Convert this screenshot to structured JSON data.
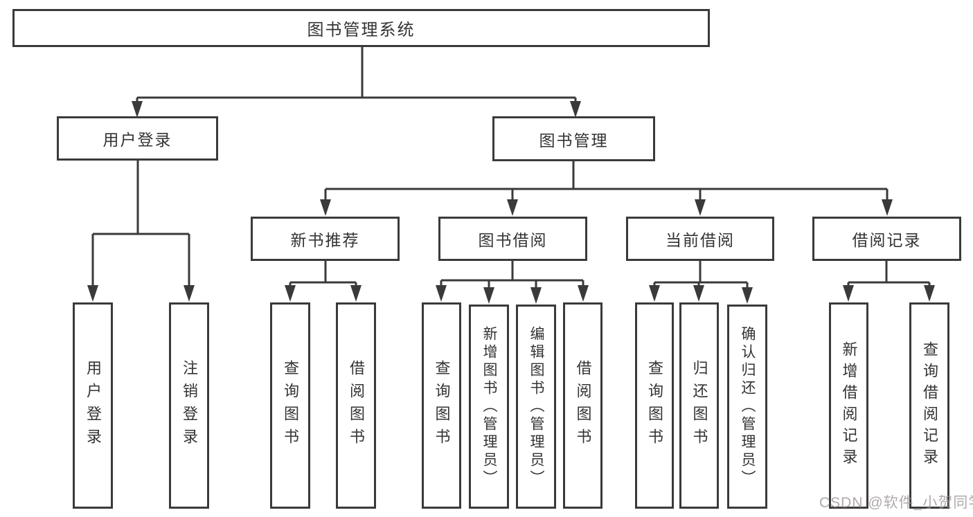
{
  "diagram": {
    "title": "图书管理系统",
    "colors": {
      "line": "#3a3a3a",
      "box_border": "#3a3a3a",
      "text": "#333333",
      "background": "#ffffff",
      "watermark": "#9c9494"
    },
    "watermark": {
      "text": "CSDN @软件_小贺同学"
    },
    "tree": {
      "label": "图书管理系统",
      "children": [
        {
          "label": "用户登录",
          "children": [
            {
              "label": "用户登录"
            },
            {
              "label": "注销登录"
            }
          ]
        },
        {
          "label": "图书管理",
          "children": [
            {
              "label": "新书推荐",
              "children": [
                {
                  "label": "查询图书"
                },
                {
                  "label": "借阅图书"
                }
              ]
            },
            {
              "label": "图书借阅",
              "children": [
                {
                  "label": "查询图书"
                },
                {
                  "label": "新增图书（管理员）"
                },
                {
                  "label": "编辑图书（管理员）"
                },
                {
                  "label": "借阅图书"
                }
              ]
            },
            {
              "label": "当前借阅",
              "children": [
                {
                  "label": "查询图书"
                },
                {
                  "label": "归还图书"
                },
                {
                  "label": "确认归还（管理员）"
                }
              ]
            },
            {
              "label": "借阅记录",
              "children": [
                {
                  "label": "新增借阅记录"
                },
                {
                  "label": "查询借阅记录"
                }
              ]
            }
          ]
        }
      ]
    }
  }
}
